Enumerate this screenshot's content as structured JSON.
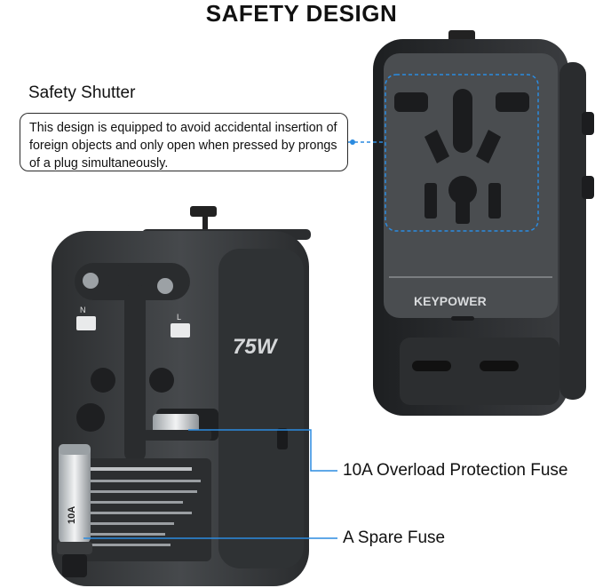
{
  "title": "SAFETY DESIGN",
  "shutter": {
    "heading": "Safety Shutter",
    "description": "This design is equipped to avoid accidental insertion of foreign objects and only open when pressed by prongs of a plug simultaneously."
  },
  "callouts": {
    "fuse": "10A Overload Protection Fuse",
    "spare": "A Spare Fuse"
  },
  "product": {
    "brand": "KEYPOWER",
    "wattage": "75W",
    "pin_n": "N",
    "pin_l": "L",
    "spare_fuse_rating": "10A"
  },
  "colors": {
    "accent": "#2b8be0",
    "body": "#3a3d40",
    "body_dark": "#26282a"
  }
}
